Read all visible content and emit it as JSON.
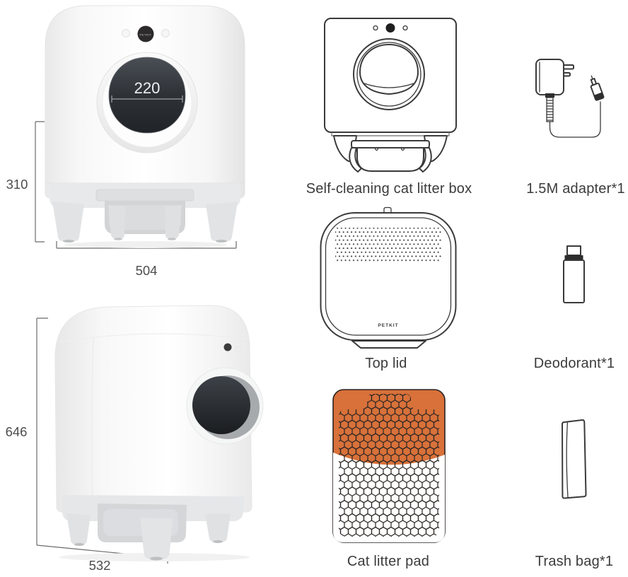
{
  "brand": "PETKIT",
  "front_view": {
    "opening_width": "220",
    "height": "310",
    "width": "504"
  },
  "side_view": {
    "height": "646",
    "depth": "532"
  },
  "items": {
    "litter_box": {
      "label": "Self-cleaning cat litter box"
    },
    "top_lid": {
      "label": "Top lid",
      "brand_mark": "PETKIT"
    },
    "litter_pad": {
      "label": "Cat litter pad"
    },
    "adapter": {
      "label": "1.5M adapter*1"
    },
    "deodorant": {
      "label": "Deodorant*1"
    },
    "trash_bag": {
      "label": "Trash bag*1"
    }
  },
  "colors": {
    "pad_orange": "#d8713a",
    "line_art": "#3a3a3a",
    "window_dark": "#26292d",
    "label_text": "#3b3b3b"
  }
}
